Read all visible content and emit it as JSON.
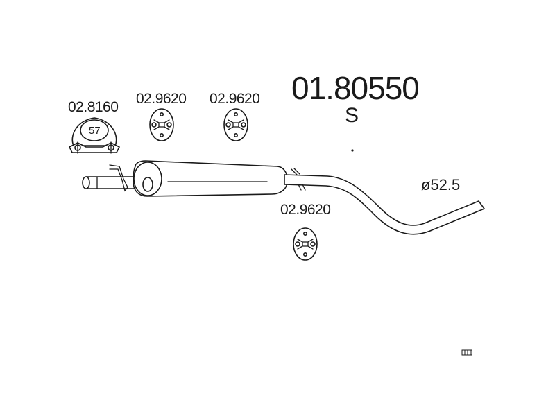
{
  "diagram": {
    "part_number": "01.80550",
    "part_suffix": "S",
    "pipe_diameter": "ø52.5",
    "clamp": {
      "code": "02.8160",
      "size": "57"
    },
    "hangers": [
      {
        "code": "02.9620"
      },
      {
        "code": "02.9620"
      },
      {
        "code": "02.9620"
      }
    ]
  }
}
